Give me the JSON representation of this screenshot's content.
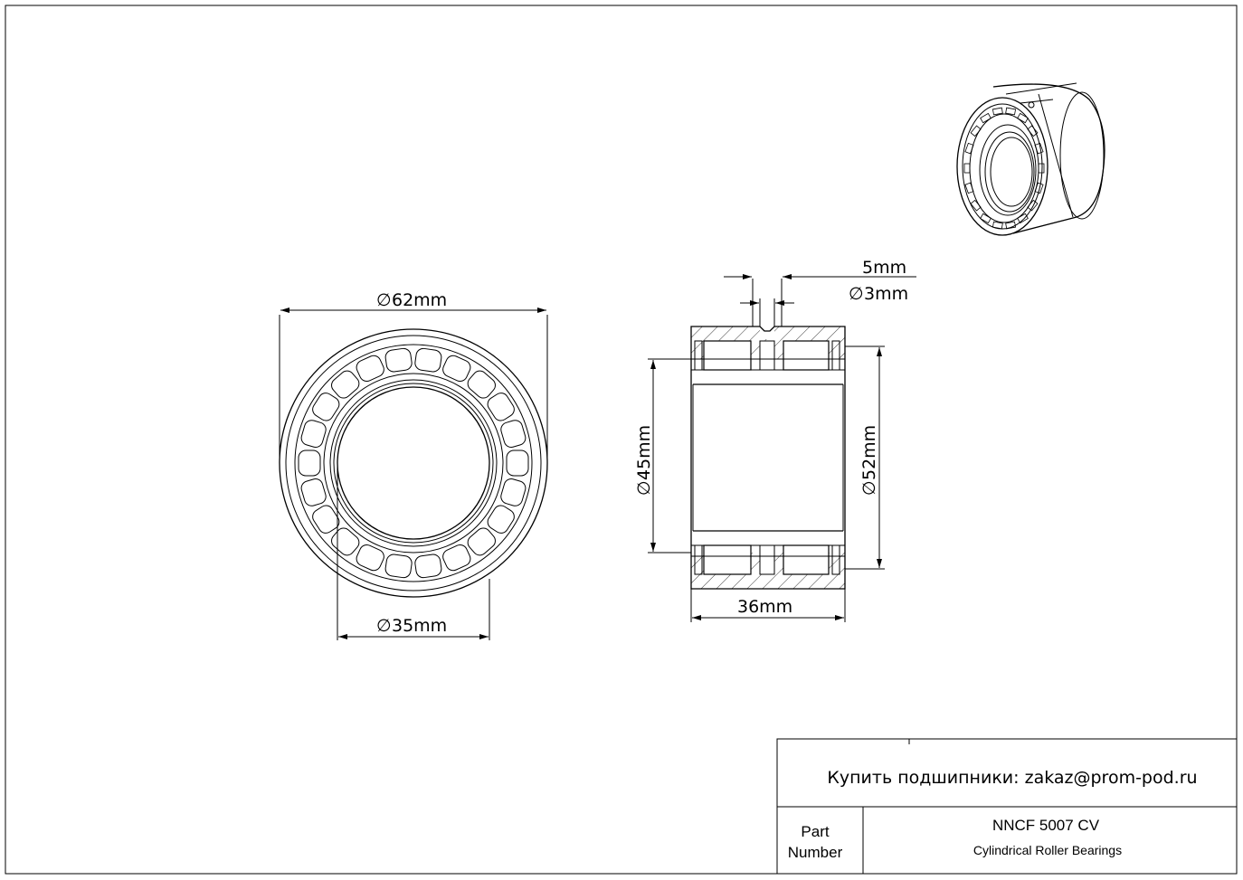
{
  "dimensions": {
    "outer_diameter": "62mm",
    "bore_diameter": "35mm",
    "width": "36mm",
    "inner_raceway_diameter": "45mm",
    "outer_raceway_diameter": "52mm",
    "groove_width": "5mm",
    "lube_hole_diameter": "3mm",
    "diameter_symbol": "∅"
  },
  "title_block": {
    "contact": "Купить подшипники: zakaz@prom-pod.ru",
    "part_label_line1": "Part",
    "part_label_line2": "Number",
    "part_number": "NNCF 5007 CV",
    "description": "Cylindrical Roller Bearings"
  }
}
